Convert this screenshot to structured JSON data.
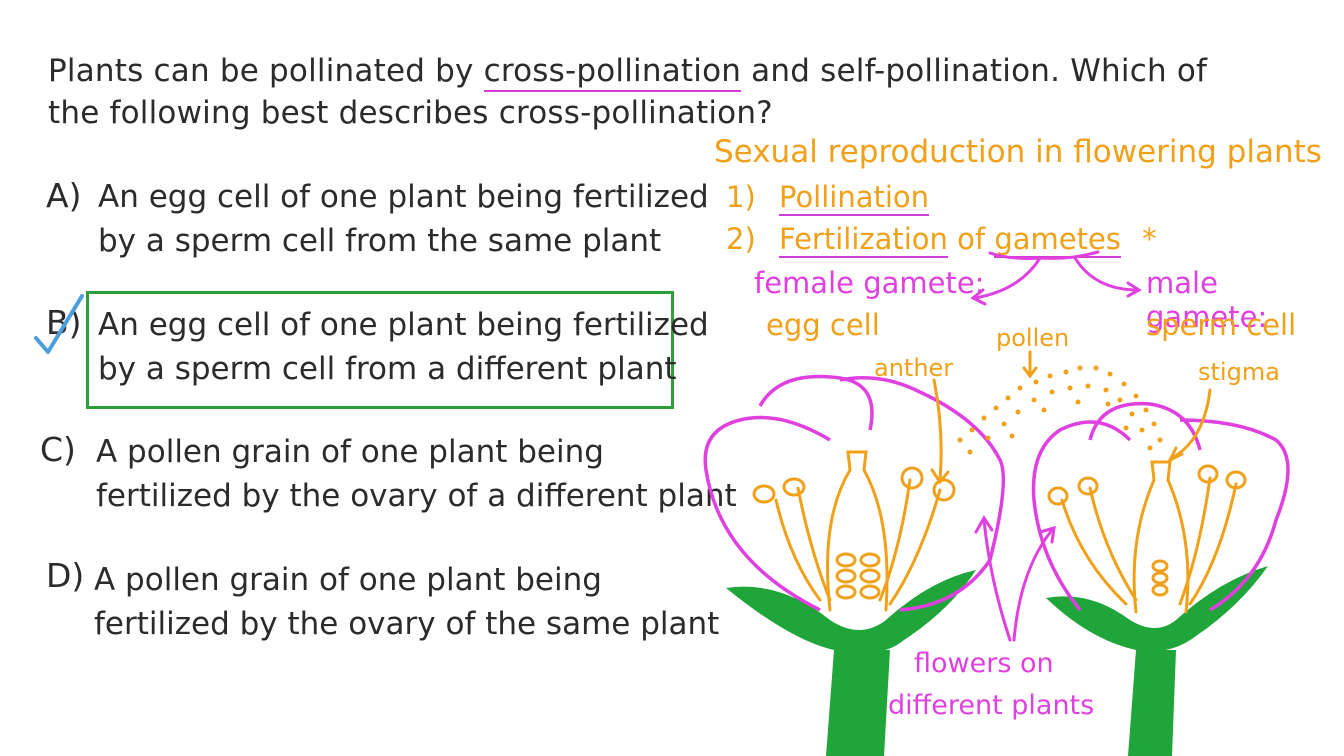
{
  "question": {
    "part1": "Plants can be pollinated by ",
    "highlight": "cross-pollination",
    "part2": " and self-pollination. Which of the following best describes cross-pollination?"
  },
  "options": [
    {
      "letter": "A)",
      "line1": "An egg cell of one plant being fertilized",
      "line2": "by a  sperm cell from the same plant"
    },
    {
      "letter": "B)",
      "line1": "An egg cell of one plant being fertilized",
      "line2": "by a sperm cell from a different plant"
    },
    {
      "letter": "C)",
      "line1": "A pollen grain of one plant being",
      "line2": "fertilized by the ovary of a different plant"
    },
    {
      "letter": "D)",
      "line1": "A pollen grain of one plant being",
      "line2": "fertilized by the ovary of the same plant"
    }
  ],
  "selected_option": "B",
  "notes": {
    "heading": "Sexual reproduction in flowering plants",
    "step1_num": "1)",
    "step1": "Pollination",
    "step2_num": "2)",
    "step2_a": "Fertilization",
    "step2_b": " of ",
    "step2_c": "gametes",
    "step2_star": "*",
    "female_label": "female gamete:",
    "female_value": "egg cell",
    "male_label": "male gamete:",
    "male_value": "sperm cell"
  },
  "diagram": {
    "anther": "anther",
    "pollen": "pollen",
    "stigma": "stigma",
    "flowers_line1": "flowers on",
    "flowers_line2": "different plants"
  },
  "colors": {
    "ink": "#2b2b2b",
    "orange": "#f0a019",
    "magenta": "#e040e0",
    "green": "#1fa53a",
    "box": "#2e9e3a",
    "check": "#4a9fdc"
  }
}
